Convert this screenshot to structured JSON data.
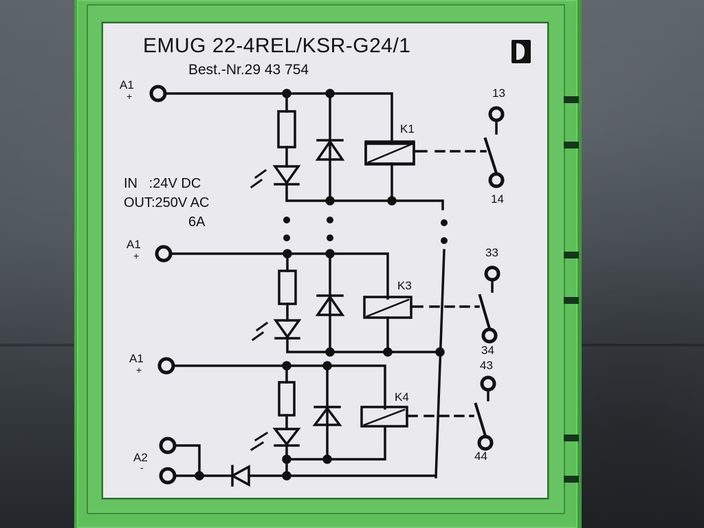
{
  "scene": "Photograph of a green DIN-rail relay module with a printed wiring-diagram label",
  "label": {
    "title": "EMUG 22-4REL/KSR-G24/1",
    "order_number": "Best.-Nr.29 43 754",
    "specs": {
      "input": "IN   :24V DC",
      "output": "OUT:250V AC",
      "current": "6A"
    },
    "logo": "phoenix-contact-logo"
  },
  "terminals": {
    "inputs": [
      {
        "name": "A1",
        "polarity": "+"
      },
      {
        "name": "A1",
        "polarity": "+"
      },
      {
        "name": "A1",
        "polarity": "+"
      },
      {
        "name": "A2",
        "polarity": "-"
      }
    ],
    "relays": [
      {
        "coil": "K1",
        "contact_top": "13",
        "contact_bottom": "14"
      },
      {
        "coil": "K3",
        "contact_top": "33",
        "contact_bottom": "34"
      },
      {
        "coil": "K4",
        "contact_top": "43",
        "contact_bottom": "44"
      }
    ]
  },
  "colors": {
    "housing_green": "#5fbf5a",
    "label_background": "#e9e9ee",
    "ink": "#111111",
    "background_grey": "#4d545a"
  }
}
